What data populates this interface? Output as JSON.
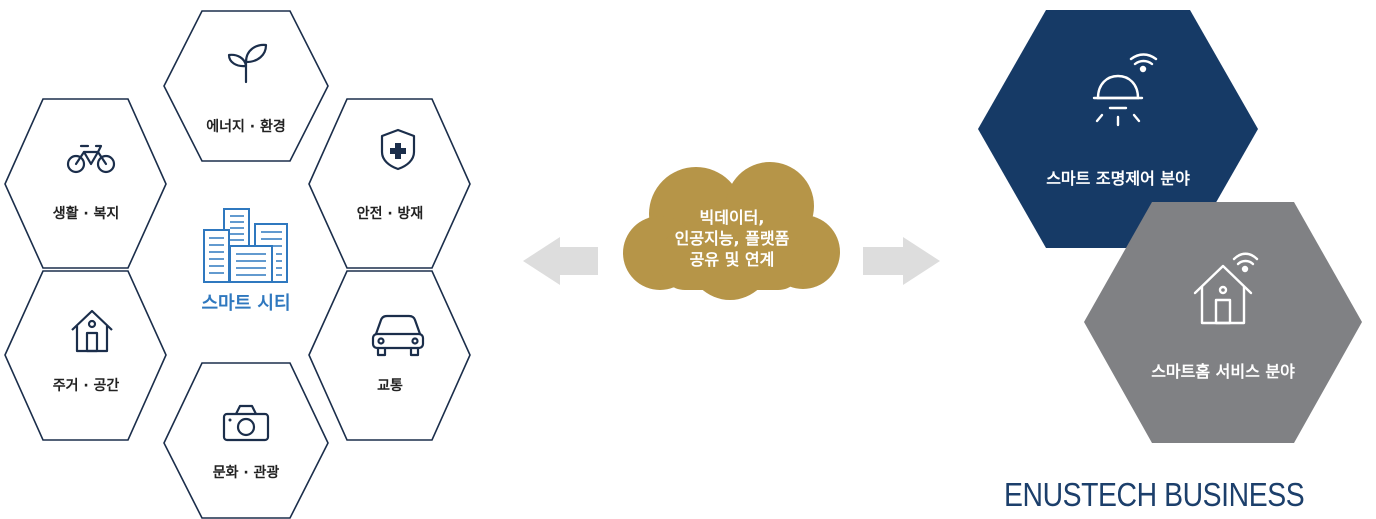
{
  "left_cluster": {
    "center_label": "스마트 시티",
    "hexagons": [
      {
        "id": "energy",
        "label": "에너지 · 환경",
        "icon": "sprout-icon"
      },
      {
        "id": "safety",
        "label": "안전 · 방재",
        "icon": "shield-plus-icon"
      },
      {
        "id": "traffic",
        "label": "교통",
        "icon": "car-icon"
      },
      {
        "id": "culture",
        "label": "문화 · 관광",
        "icon": "camera-icon"
      },
      {
        "id": "housing",
        "label": "주거 · 공간",
        "icon": "house-icon"
      },
      {
        "id": "living",
        "label": "생활 · 복지",
        "icon": "bicycle-icon"
      }
    ]
  },
  "cloud": {
    "lines": [
      "빅데이터,",
      "인공지능, 플랫폼",
      "공유 및 연계"
    ],
    "color": "#b69548"
  },
  "business": {
    "lighting": {
      "label": "스마트 조명제어 분야",
      "color": "#163a66",
      "icon": "smart-light-icon"
    },
    "home": {
      "label": "스마트홈 서비스 분야",
      "color": "#808184",
      "icon": "smart-home-icon"
    }
  },
  "footer_title": "ENUSTECH BUSINESS"
}
